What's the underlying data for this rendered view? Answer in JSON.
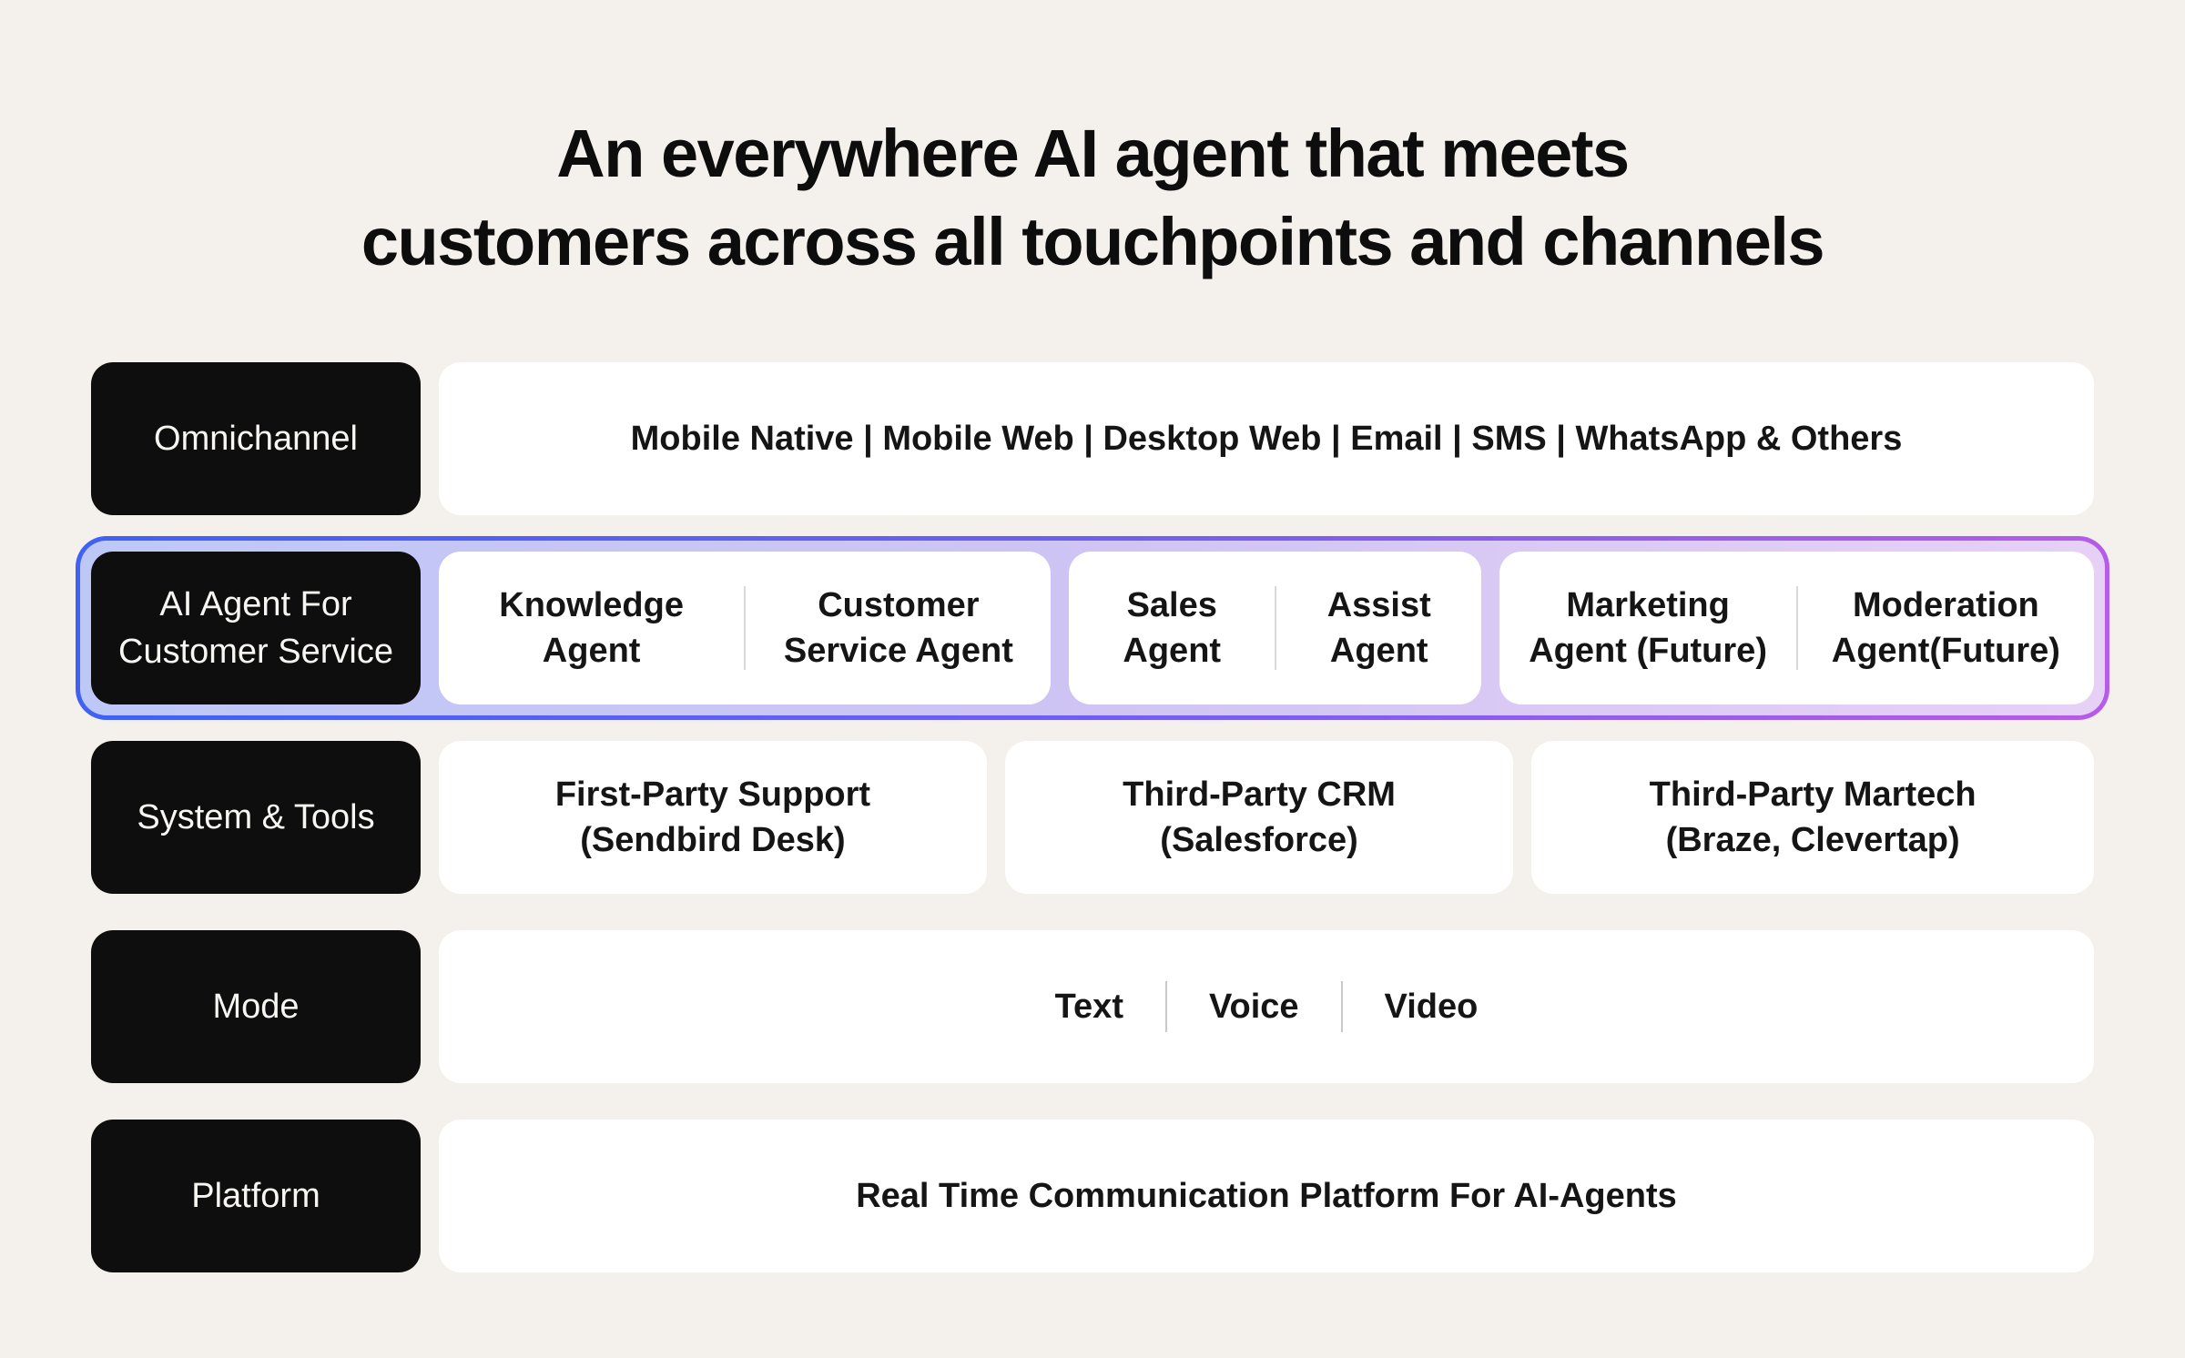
{
  "title": {
    "line1": "An everywhere AI agent that meets",
    "line2": "customers across all touchpoints and channels"
  },
  "colors": {
    "background": "#f4f0eb",
    "label_box": "#0e0e0e",
    "label_text": "#f7f6f3",
    "content_box": "#ffffff",
    "content_text": "#151515",
    "cell_divider": "#d9d9d9",
    "mode_divider": "#c9c9c9",
    "highlight_border_start": "#3f61f4",
    "highlight_border_mid": "#6f5ff0",
    "highlight_border_end": "#b55ce8",
    "highlight_fill_start": "#bdc8f7",
    "highlight_fill_end": "#e7d0f6"
  },
  "rows": [
    {
      "label": "Omnichannel",
      "content": "Mobile Native | Mobile Web | Desktop Web | Email | SMS | WhatsApp & Others"
    },
    {
      "label_line1": "AI Agent For",
      "label_line2": "Customer Service",
      "boxes": [
        {
          "left": {
            "line1": "Knowledge",
            "line2": "Agent"
          },
          "right": {
            "line1": "Customer",
            "line2": "Service Agent"
          }
        },
        {
          "left": {
            "line1": "Sales",
            "line2": "Agent"
          },
          "right": {
            "line1": "Assist",
            "line2": "Agent"
          }
        },
        {
          "left": {
            "line1": "Marketing",
            "line2": "Agent (Future)"
          },
          "right": {
            "line1": "Moderation",
            "line2": "Agent(Future)"
          }
        }
      ]
    },
    {
      "label": "System & Tools",
      "boxes": [
        {
          "line1": "First-Party Support",
          "line2": "(Sendbird Desk)"
        },
        {
          "line1": "Third-Party CRM",
          "line2": "(Salesforce)"
        },
        {
          "line1": "Third-Party Martech",
          "line2": "(Braze, Clevertap)"
        }
      ]
    },
    {
      "label": "Mode",
      "modes": [
        "Text",
        "Voice",
        "Video"
      ]
    },
    {
      "label": "Platform",
      "content": "Real Time Communication Platform For AI-Agents"
    }
  ]
}
